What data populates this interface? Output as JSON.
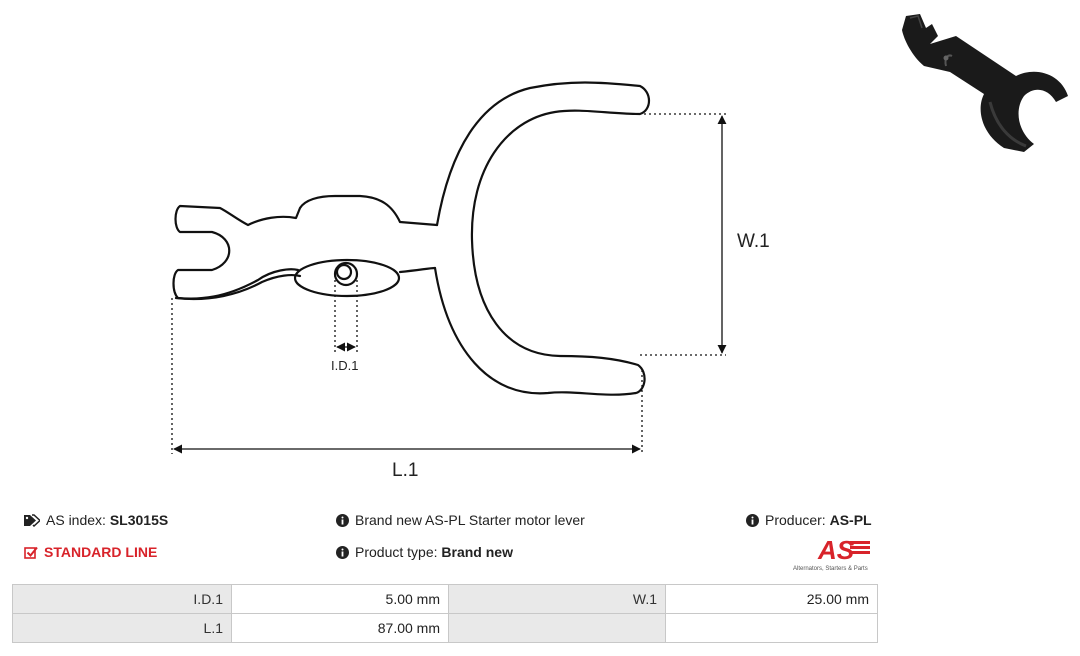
{
  "drawing": {
    "dimension_labels": {
      "id": "I.D.1",
      "width": "W.1",
      "length": "L.1"
    }
  },
  "info": {
    "as_index_label": "AS index:",
    "as_index_value": "SL3015S",
    "line_label": "STANDARD LINE",
    "description": "Brand new AS-PL Starter motor lever",
    "product_type_label": "Product type:",
    "product_type_value": "Brand new",
    "producer_label": "Producer:",
    "producer_value": "AS-PL",
    "logo_text": "AS",
    "logo_tagline": "Alternators, Starters & Parts"
  },
  "params": [
    {
      "label1": "I.D.1",
      "value1": "5.00 mm",
      "label2": "W.1",
      "value2": "25.00 mm"
    },
    {
      "label1": "L.1",
      "value1": "87.00 mm",
      "label2": "",
      "value2": ""
    }
  ],
  "colors": {
    "accent": "#d8232a",
    "label_bg": "#e9e9e9",
    "border": "#c8c8c8"
  }
}
